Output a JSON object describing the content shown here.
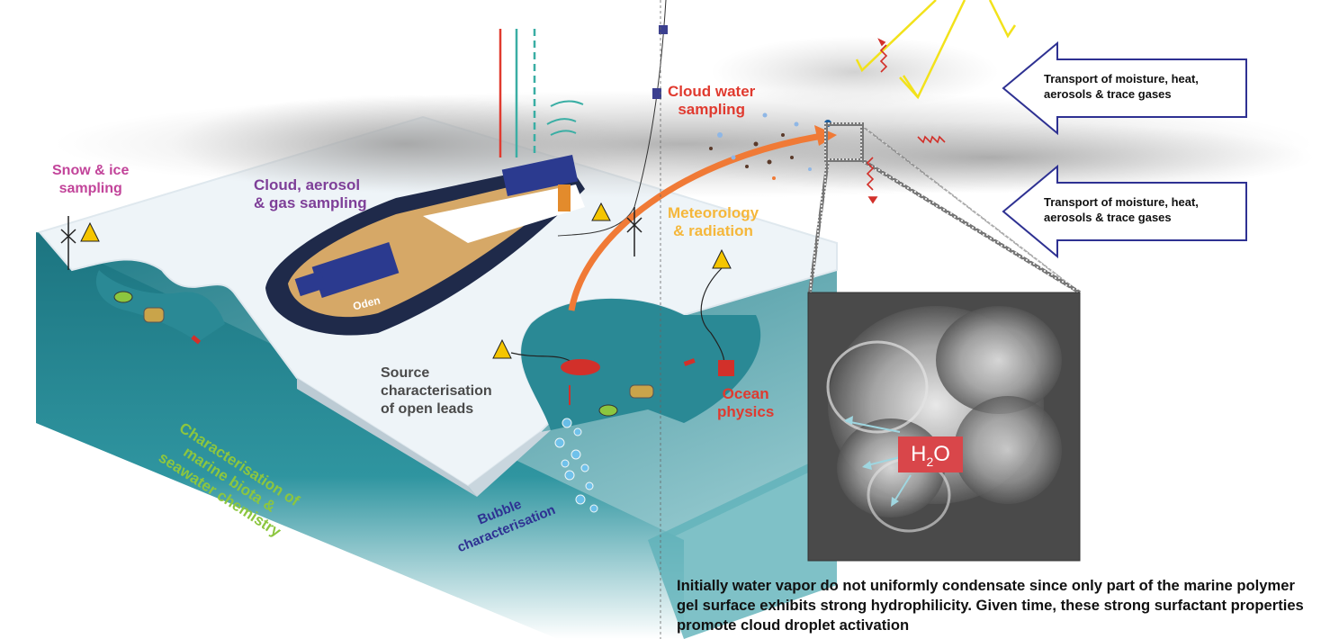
{
  "labels": {
    "snow_ice": [
      "Snow & ice",
      "sampling"
    ],
    "cloud_aerosol": [
      "Cloud, aerosol",
      "& gas sampling"
    ],
    "cloud_water": [
      "Cloud water",
      "sampling"
    ],
    "meteorology": [
      "Meteorology",
      "& radiation"
    ],
    "source": [
      "Source",
      "characterisation",
      "of open leads"
    ],
    "ocean_physics": [
      "Ocean",
      "physics"
    ],
    "marine_biota": [
      "Characterisation of",
      "marine biota &",
      "seawater chemistry"
    ],
    "bubble": [
      "Bubble",
      "characterisation"
    ],
    "ship_name": "Oden"
  },
  "transport": {
    "upper": [
      "Transport of moisture, heat,",
      "aerosols & trace gases"
    ],
    "lower": [
      "Transport of moisture, heat,",
      "aerosols & trace gases"
    ]
  },
  "micrograph": {
    "label_main": "H",
    "label_sub": "2",
    "label_end": "O"
  },
  "caption": "Initially water vapor do not uniformly condensate since only part of the marine polymer gel surface exhibits strong hydrophilicity. Given time, these strong surfactant properties promote cloud droplet activation",
  "colors": {
    "pink": "#c2449a",
    "purple": "#7e3f98",
    "red": "#e03a2f",
    "orange_label": "#f5b73b",
    "gray_label": "#4a4a4a",
    "green_label": "#8cc63f",
    "blue_label": "#2e3192",
    "arrow_outline": "#2e3192",
    "sun_ray": "#f2e21b",
    "orange_arrow": "#f07a36",
    "ocean": "#1f7f8c",
    "ice": "#eef4f8",
    "ship_hull": "#1f2a4a",
    "ship_deck": "#d6a867"
  }
}
